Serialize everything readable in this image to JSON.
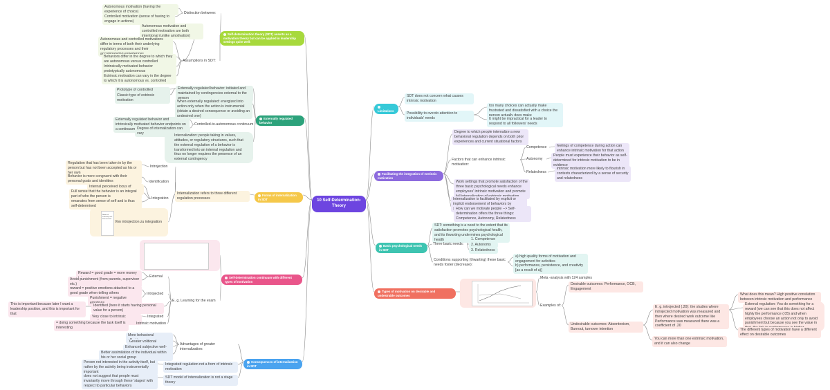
{
  "root": "10 Self-Determination-Theory",
  "branch_sdt": {
    "title": "Self-determination theory (SDT) asserts as a motivation theory but can be applied in leadership settings quite well:",
    "distinction": {
      "label": "Distinction between:",
      "items": [
        "Autonomous motivation (having the experience of choice)",
        "Controlled motivation (sense of having to engage in actions)"
      ]
    },
    "assumptions": {
      "label": "Assumptions in SDT:",
      "items": [
        "Autonomous motivation and controlled motivation are both intentional (unlike amotivation)",
        "Autonomous and controlled motivations differ in terms of both their underlying regulatory processes and their accompanying experiences",
        "Behaviors differ in the degree to which they are autonomous versus controlled",
        "Intrinsically motivated behavior prototypically autonomous",
        "Extrinsic motivation can vary in the degree to which it is autonomous vs. controlled"
      ]
    }
  },
  "branch_external": {
    "title": "Externally regulated behavior",
    "ext_reg": "Externally regulated behavior: initiated and maintained by contingencies external to the person",
    "ext_children": [
      "Prototype of controlled motivation",
      "Classic type of extrinsic motivation"
    ],
    "energized": "When externally regulated: energized into action only when the action is instrumental (obtain a desired consequence or avoiding an undesired one)",
    "continuum": "Controlled-to-autonomous continuum",
    "continuum_children": [
      "Externally regulated behavior and intrinsically motivated behavior endpoints on a continuum",
      "Degree of internalization can vary"
    ],
    "internalization": "Internalization: people taking in values, attitudes, or regulatory structures, such that the external regulation of a behavior is transformed into an internal regulation and thus no longer requires the presence of an external contingency"
  },
  "branch_forms": {
    "title": "Forms of internalization in SDT",
    "intro": "Internalization refers to three different regulation processes",
    "introjection": {
      "label": "Introjection",
      "item": "Regulation that has been taken in by the person but has not been accepted as his or her own"
    },
    "identification": {
      "label": "Identification",
      "item": "Behavior is more congruent with their personal goals and identities"
    },
    "integration": {
      "label": "Integration",
      "items": [
        "Internal perceived locus of causality",
        "Full sense that the behavior is an integral part of who the person is",
        "emanates from sense of self and is thus self-determined"
      ]
    },
    "von": "Von introjection zu integration",
    "thumb_text": "Nature of autonomy self-determination"
  },
  "branch_continuum": {
    "title": "Self-determination continuum with different types of motivation",
    "example": "E. g. Learning for the exam",
    "external": {
      "label": "External",
      "items": [
        "Reward = good grade = more money later",
        "Avoid punishment (from parents, supervisor etc.)"
      ]
    },
    "introjected": {
      "label": "Introjected",
      "items": [
        "reward = positive emotions attached to a good grade when telling others",
        "Punishment = negative emotions"
      ]
    },
    "identified": "Identified (here it starts having personal value for a person)",
    "identified_child": "This is important because later I want a leadership position, and this is important for that",
    "integrated": {
      "label": "Integrated",
      "item": "Very close to intrinsic motivation"
    },
    "intrinsic": {
      "label": "Intrinsic motivation",
      "item": "= doing something because the task itself is interesting"
    }
  },
  "branch_consequences": {
    "title": "Consequences of internalization in SDT",
    "advantages": {
      "label": "Advantages of greater internalization:",
      "items": [
        "More behavioral effectiveness",
        "Greater volitional persistence",
        "Enhanced subjective well-being",
        "Better assimilation of the individual within his or her social group"
      ]
    },
    "integrated_reg": {
      "label": "Integrated regulation not a form of intrinsic motivation",
      "item": "Person not interested in the activity itself, but rather by the activity being instrumentally important"
    },
    "sdt_model": {
      "label": "SDT model of internalization is not a stage theory",
      "item": "does not suggest that people must invariantly move through these 'stages' with respect to particular behaviors"
    }
  },
  "branch_limitations": {
    "title": "Limitations",
    "items": [
      "SDT does not concern what causes intrinsic motivation",
      "Possibility to overdo attention to individuals' needs"
    ],
    "overdo_children": [
      "too many choices can actually make frustrated and dissatisfied with a choice the person actually does make",
      "It might be impractical for a leader to respond to all followers' needs"
    ]
  },
  "branch_facilitating": {
    "title": "Facilitating the integration of extrinsic motivation",
    "degree": "Degree to which people internalize a new behavioral regulation depends on both prior experiences and current situational factors",
    "factors": "Factors that can enhance intrinsic motivation:",
    "competence": {
      "label": "Competence",
      "item": "feelings of competence during action can enhance intrinsic motivation for that action"
    },
    "autonomy": {
      "label": "Autonomy",
      "item": "People must experience their behavior as self-determined for intrinsic motivation to be in evidence"
    },
    "relatedness": {
      "label": "Relatedness",
      "item": "intrinsic motivation more likely to flourish in contexts characterized by a sense of security and relatedness"
    },
    "work": "Work settings that promote satisfaction of the three basic psychological needs enhance employees' intrinsic motivation and promote full internalization of extrinsic motivation",
    "facilitated": "Internalization is facilitated by explicit or implicit endorsement of behaviors by significant others",
    "how": "How can we motivate people --> Self-determination offers the three things: Competence, Autonomy, Relatedness"
  },
  "branch_needs": {
    "title": "Basic psychological needs in SDT",
    "def": "SDT: something is a need to the extent that its satisfaction promotes psychological health, and its thwarting undermines psychological health",
    "three": "Three basic needs:",
    "needs": [
      "1. Competence",
      "2. Autonomy",
      "3. Relatedness"
    ],
    "conditions": "Conditions supporting (thwarting) these basic needs foster (decrease):",
    "conditions_items": [
      "a) high quality forms of motivation and engagement for activities",
      "b) performance, persistence, and creativity [as a result of a)]"
    ]
  },
  "branch_types": {
    "title": "Types of motivation on desirable and undesirable outcomes",
    "meta": "Meta -analysis with 124 samples",
    "examples": "Examples of:",
    "desirable": "Desirable outcomes: Performance, OCB, Engagement",
    "undesirable": "Undesirable outcomes: Absenteeism, Burnout, turnover intention",
    "introjected": "E. g. introjected (.20): the studies where introjected motivation was measured and then where desired work outcome like Performance was measured there was a coefficient of .20",
    "intro_children": [
      "What does this mean? High positive correlation between intrinsic motivation and performance",
      "External regulation: You do something for a reward (we can see that this does not affect highly the performance (.05) and when employees choose an action not only to avoid punishment but because you see the value in that, the link to performance is higher.",
      "The different types of motivation have a different effect on desirable outcomes"
    ],
    "more": "You can more than one extrinsic motivation, and it can also change"
  },
  "colors": {
    "root": "#6d45e0",
    "lime": "#a7d93c",
    "green": "#2ca27b",
    "yellow": "#f5c84a",
    "pink": "#e9558a",
    "blue": "#4aa3ef",
    "cyan": "#36c9d8",
    "purple": "#8d6bde",
    "teal": "#3ec4b1",
    "red": "#f07060"
  }
}
